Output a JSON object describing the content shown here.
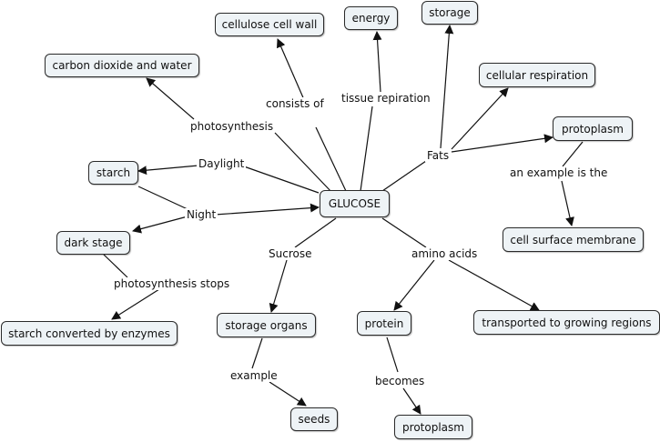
{
  "nodes": {
    "glucose": "GLUCOSE",
    "cellulose": "cellulose cell wall",
    "energy": "energy",
    "storage": "storage",
    "co2water": "carbon dioxide and water",
    "cellresp": "cellular respiration",
    "protoplasm1": "protoplasm",
    "starch": "starch",
    "darkstage": "dark stage",
    "cellsurface": "cell surface membrane",
    "starchconv": "starch converted by enzymes",
    "storageorgans": "storage organs",
    "protein": "protein",
    "transported": "transported to growing regions",
    "seeds": "seeds",
    "protoplasm2": "protoplasm"
  },
  "links": {
    "consists_of": "consists of",
    "tissue_repiration": "tissue repiration",
    "photosynthesis": "photosynthesis",
    "fats": "Fats",
    "daylight": "Daylight",
    "an_example_is_the": "an example is the",
    "night": "Night",
    "sucrose": "Sucrose",
    "amino_acids": "amino acids",
    "photosynthesis_stops": "photosynthesis stops",
    "example": "example",
    "becomes": "becomes"
  }
}
